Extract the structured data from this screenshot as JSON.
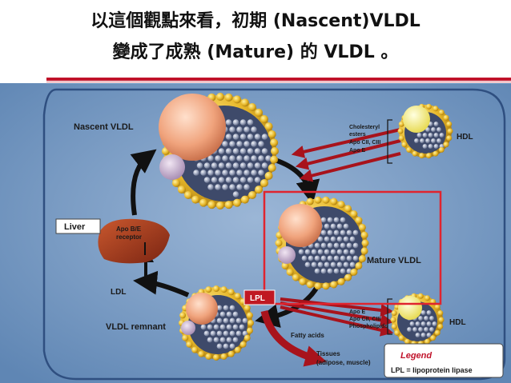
{
  "title": {
    "line1": "以這個觀點來看，初期 (Nascent)VLDL",
    "line2": "變成了成熟 (Mature) 的 VLDL 。"
  },
  "diagram": {
    "nascent_vldl": "Nascent VLDL",
    "mature_vldl": "Mature VLDL",
    "vldl_remnant": "VLDL remnant",
    "liver": "Liver",
    "apo_be_1": "Apo B/E",
    "apo_be_2": "receptor",
    "ldl": "LDL",
    "lpl": "LPL",
    "hdl_top": "HDL",
    "hdl_bottom": "HDL",
    "transfer_in": [
      "Cholesteryl",
      "esters",
      "Apo CII, CIII",
      "Apo E"
    ],
    "transfer_out": [
      "Apo E",
      "Apo CII, CIII",
      "Phospholipids"
    ],
    "fatty_acids": "Fatty acids",
    "tissues_1": "Tissues",
    "tissues_2": "(adipose, muscle)",
    "legend_title": "Legend",
    "legend_text": "LPL = lipoprotein lipase"
  },
  "colors": {
    "accent_red": "#c0122a",
    "highlight_box": "#e0242e",
    "background_blue": "#6e93bf",
    "arrow_red": "#b01520"
  }
}
